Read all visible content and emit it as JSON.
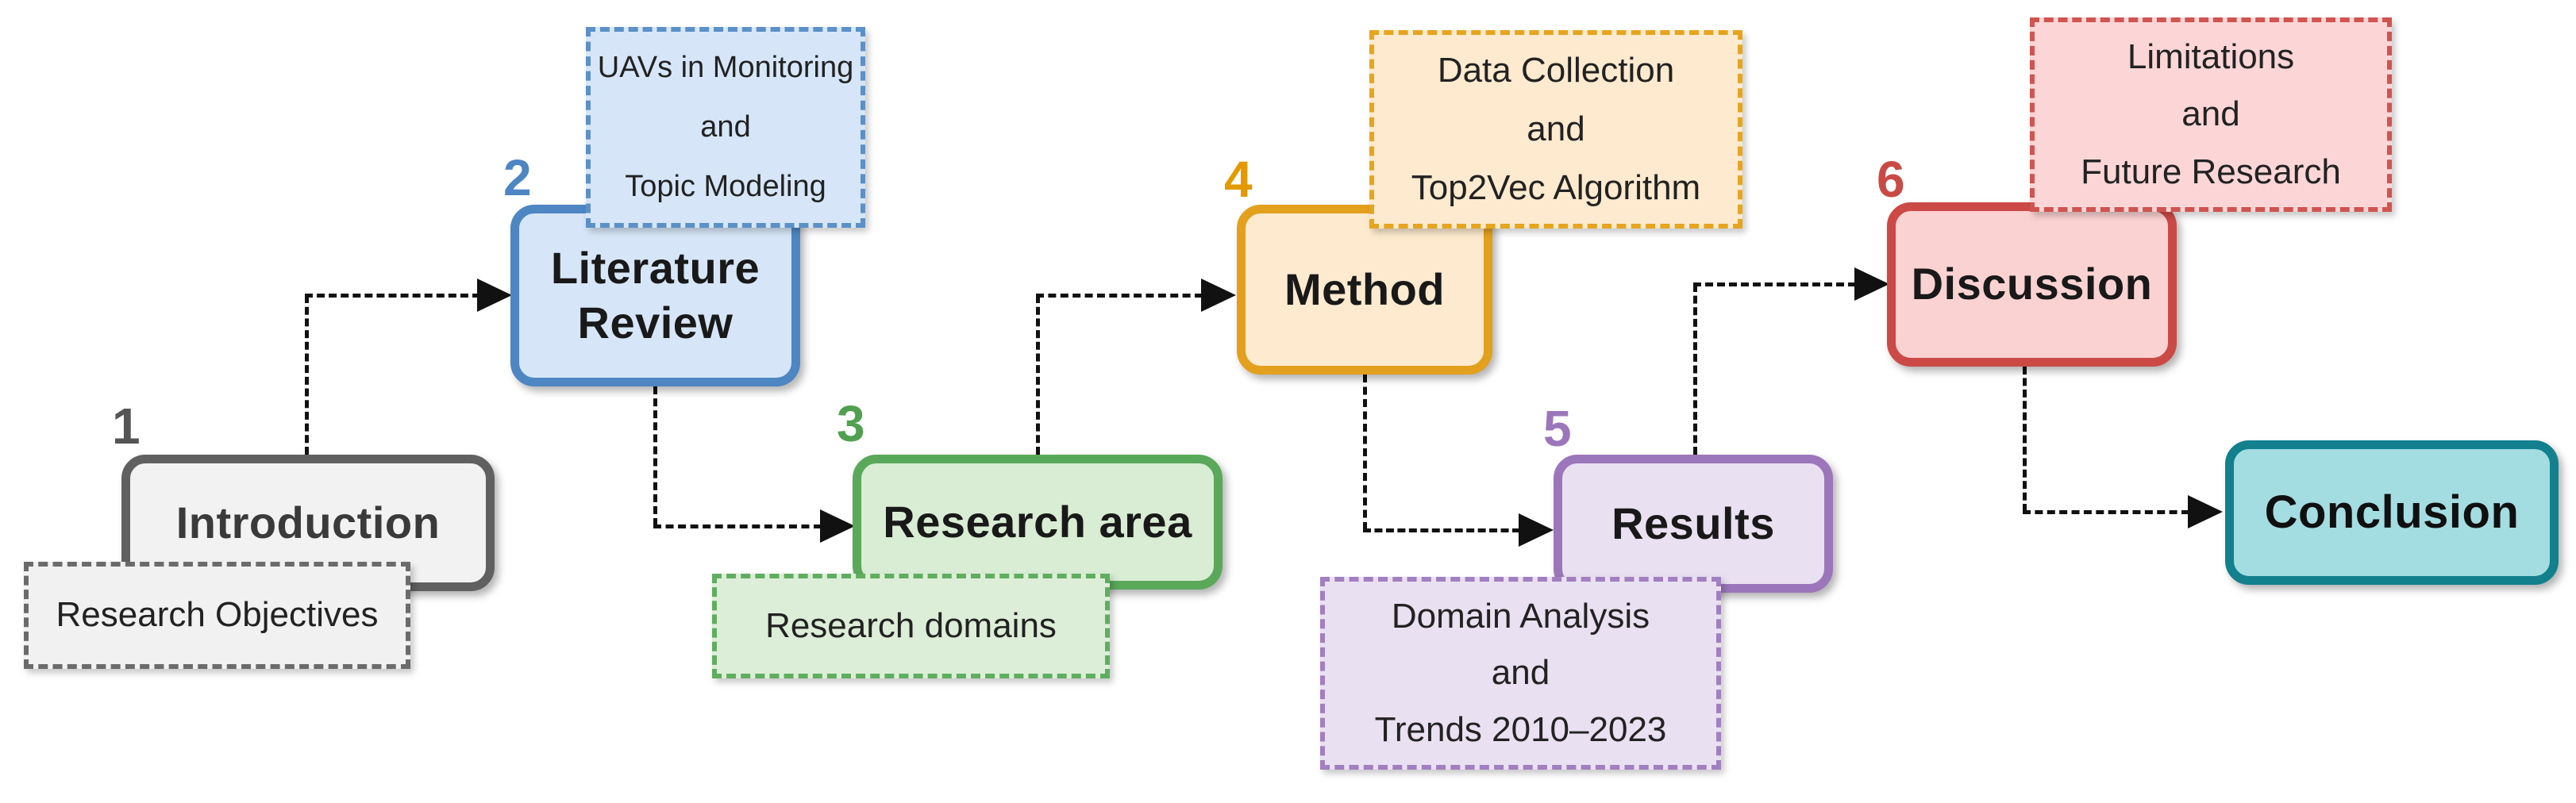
{
  "diagram": {
    "description": "Paper structure flowchart",
    "connector": {
      "color": "#111111"
    },
    "steps": [
      {
        "number": "1",
        "label": "Introduction",
        "sub_lines": [
          "Research Objectives"
        ],
        "colors": {
          "border": "#606060",
          "fill": "#f2f2f2",
          "number": "#555555",
          "label": "#3a3a3a",
          "sub_border": "#6b6b6b",
          "sub_fill": "#f1f1f1"
        }
      },
      {
        "number": "2",
        "label": "Literature Review",
        "sub_lines": [
          "UAVs in Monitoring",
          "and",
          "Topic Modeling"
        ],
        "colors": {
          "border": "#4d86c3",
          "fill": "#d6e6f8",
          "number": "#4d86c3",
          "label": "#191919",
          "sub_border": "#5b90c8",
          "sub_fill": "#d6e6f8"
        }
      },
      {
        "number": "3",
        "label": "Research area",
        "sub_lines": [
          "Research domains"
        ],
        "colors": {
          "border": "#5aa85a",
          "fill": "#d9ecd4",
          "number": "#50a050",
          "label": "#191919",
          "sub_border": "#5fae5f",
          "sub_fill": "#ddeed8"
        }
      },
      {
        "number": "4",
        "label": "Method",
        "sub_lines": [
          "Data Collection",
          "and",
          "Top2Vec Algorithm"
        ],
        "colors": {
          "border": "#e3a01c",
          "fill": "#fdeacf",
          "number": "#e29a00",
          "label": "#191919",
          "sub_border": "#e6a51f",
          "sub_fill": "#fdeacf"
        }
      },
      {
        "number": "5",
        "label": "Results",
        "sub_lines": [
          "Domain Analysis",
          "and",
          "Trends 2010–2023"
        ],
        "colors": {
          "border": "#9c76ba",
          "fill": "#e9e0f1",
          "number": "#9c76ba",
          "label": "#191919",
          "sub_border": "#a17fc0",
          "sub_fill": "#e9e0f1"
        }
      },
      {
        "number": "6",
        "label": "Discussion",
        "sub_lines": [
          "Limitations",
          "and",
          "Future Research"
        ],
        "colors": {
          "border": "#cb4a46",
          "fill": "#fbd2d2",
          "number": "#c94a45",
          "label": "#191919",
          "sub_border": "#d05450",
          "sub_fill": "#fcd6d6"
        }
      },
      {
        "label": "Conclusion",
        "colors": {
          "border": "#12808d",
          "fill": "#a3dde2",
          "label": "#101010"
        }
      }
    ]
  }
}
